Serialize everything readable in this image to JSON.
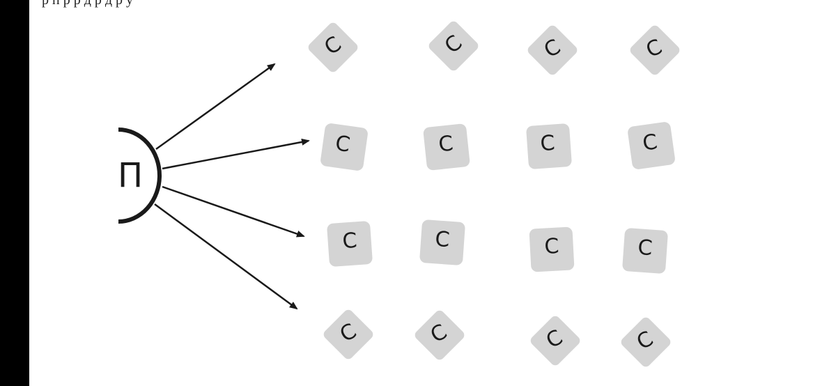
{
  "top_text": "р  п  р                          р        д                   р д                   р  у",
  "center": {
    "label": "П"
  },
  "tile_label": "С",
  "colors": {
    "tile": "#d4d4d4",
    "stroke": "#1a1a1a",
    "sidebar": "#000000"
  },
  "grid": {
    "rows": 4,
    "cols": 4,
    "arrows": 4
  }
}
